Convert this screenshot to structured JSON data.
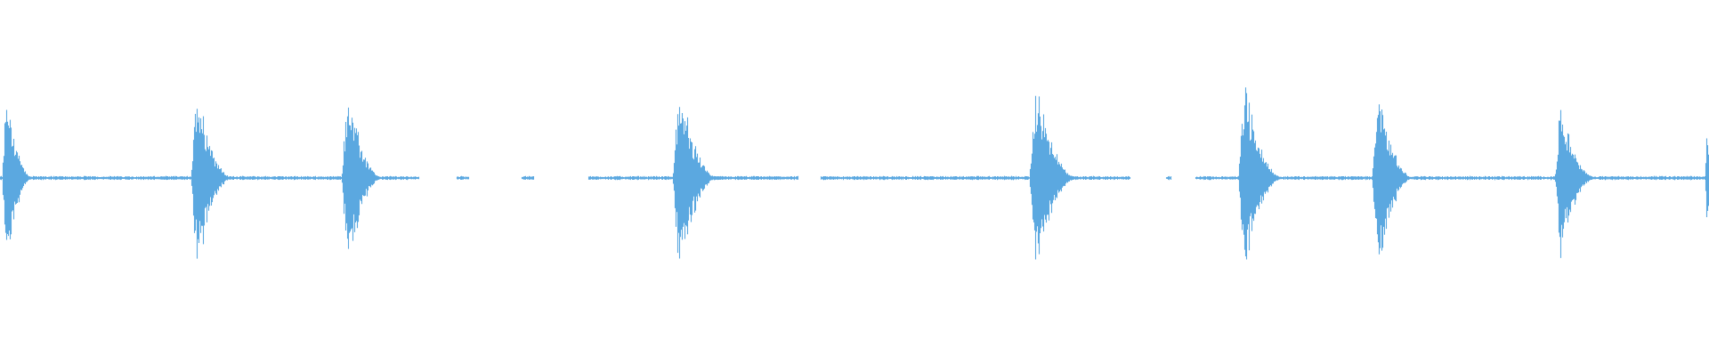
{
  "waveform": {
    "color": "#5BA8E0",
    "background": "#ffffff",
    "baseline_amplitude": 0.012,
    "bursts": [
      {
        "time": 0.0035,
        "peak": 0.56,
        "length": 0.016
      },
      {
        "time": 0.115,
        "peak": 0.6,
        "length": 0.022
      },
      {
        "time": 0.203,
        "peak": 0.56,
        "length": 0.022
      },
      {
        "time": 0.397,
        "peak": 0.6,
        "length": 0.024
      },
      {
        "time": 0.606,
        "peak": 0.56,
        "length": 0.026
      },
      {
        "time": 0.728,
        "peak": 0.6,
        "length": 0.024
      },
      {
        "time": 0.806,
        "peak": 0.6,
        "length": 0.022
      },
      {
        "time": 0.913,
        "peak": 0.47,
        "length": 0.022
      },
      {
        "time": 0.9985,
        "peak": 0.3,
        "length": 0.006
      }
    ],
    "quiet_segments": [
      {
        "start": 0.245,
        "end": 0.267
      },
      {
        "start": 0.274,
        "end": 0.305
      },
      {
        "start": 0.312,
        "end": 0.344
      },
      {
        "start": 0.467,
        "end": 0.48
      },
      {
        "start": 0.661,
        "end": 0.682
      },
      {
        "start": 0.685,
        "end": 0.699
      }
    ]
  }
}
